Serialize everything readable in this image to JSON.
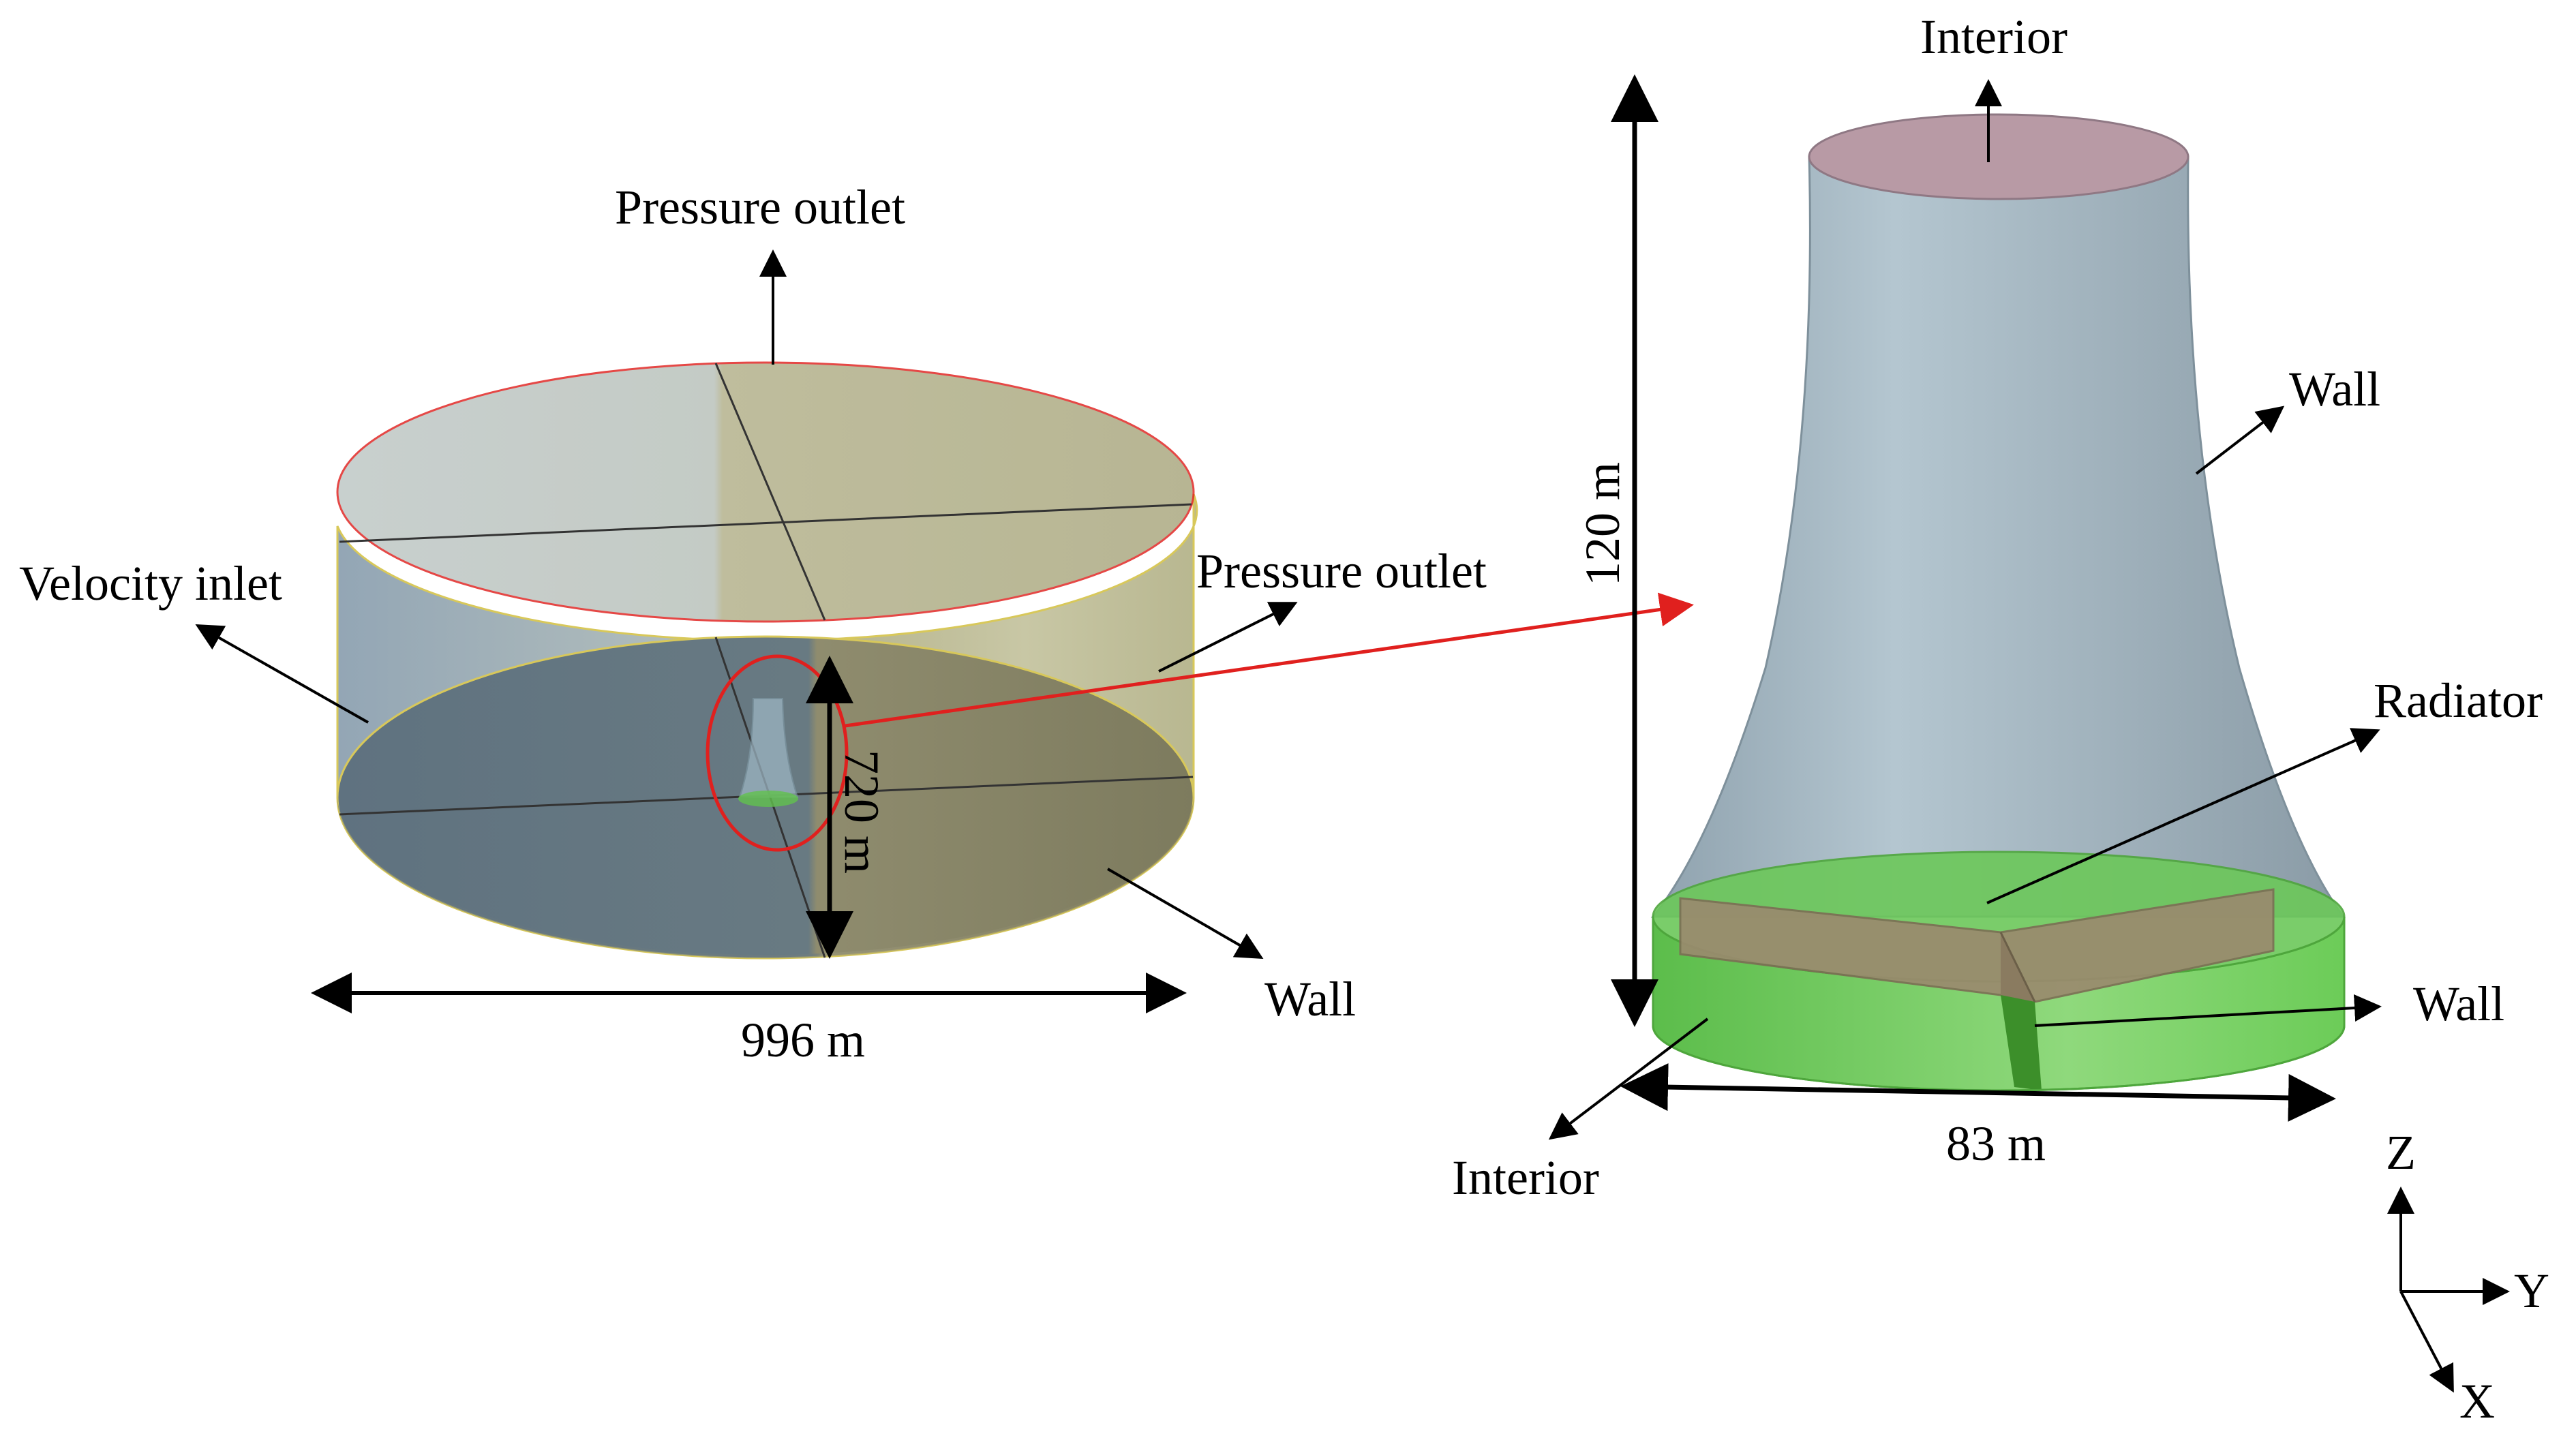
{
  "left_domain": {
    "labels": {
      "top_outlet": "Pressure outlet",
      "side_outlet": "Pressure outlet",
      "inlet": "Velocity inlet",
      "wall": "Wall"
    },
    "dimensions": {
      "diameter": "996 m",
      "height": "720 m"
    }
  },
  "tower": {
    "labels": {
      "top_interior": "Interior",
      "wall_upper": "Wall",
      "radiator": "Radiator",
      "wall_lower": "Wall",
      "bottom_interior": "Interior"
    },
    "dimensions": {
      "height": "120 m",
      "diameter": "83 m"
    }
  },
  "axes": {
    "z": "Z",
    "y": "Y",
    "x": "X"
  },
  "colors": {
    "domain_top": "#b3b28c",
    "domain_side_left": "#8ea2b2",
    "domain_side_right": "#a7a67d",
    "domain_bottom": "#627480",
    "tower_shell": "#9fb2bf",
    "tower_top": "#b89aa5",
    "radiator_green": "#62c24e",
    "radiator_block": "#9a8a6e",
    "highlight_red": "#e0201e"
  }
}
